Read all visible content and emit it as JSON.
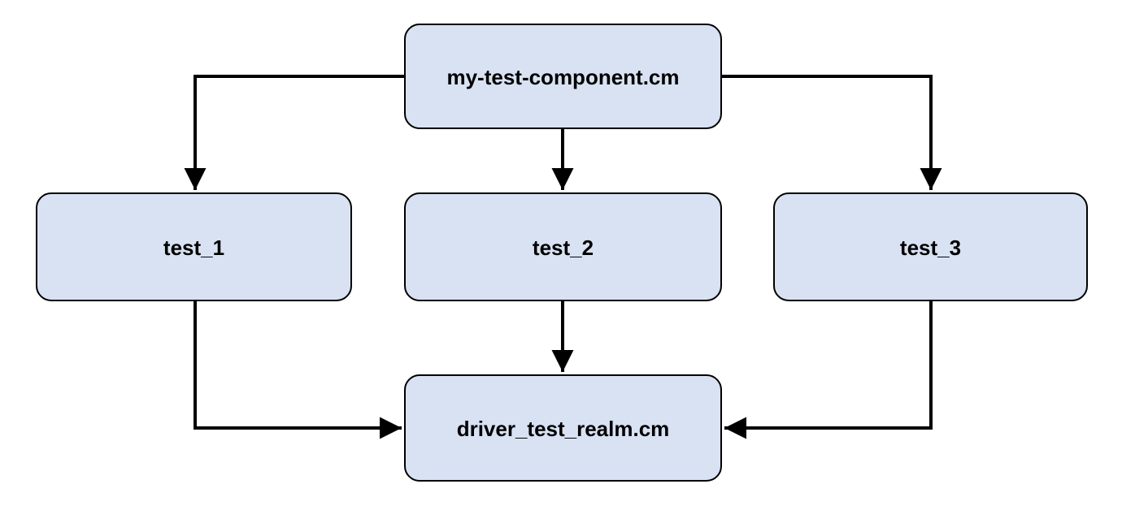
{
  "diagram": {
    "type": "component-routing-diagram",
    "nodes": [
      {
        "id": "my-test-component",
        "label": "my-test-component.cm"
      },
      {
        "id": "test_1",
        "label": "test_1"
      },
      {
        "id": "test_2",
        "label": "test_2"
      },
      {
        "id": "test_3",
        "label": "test_3"
      },
      {
        "id": "driver_test_realm",
        "label": "driver_test_realm.cm"
      }
    ],
    "edges": [
      {
        "from": "my-test-component.cm",
        "to": "test_1"
      },
      {
        "from": "my-test-component.cm",
        "to": "test_2"
      },
      {
        "from": "my-test-component.cm",
        "to": "test_3"
      },
      {
        "from": "test_1",
        "to": "driver_test_realm.cm"
      },
      {
        "from": "test_2",
        "to": "driver_test_realm.cm"
      },
      {
        "from": "test_3",
        "to": "driver_test_realm.cm"
      }
    ],
    "colors": {
      "node_fill": "#d9e2f3",
      "node_border": "#000000",
      "edge": "#000000",
      "text": "#000000",
      "background": "#ffffff"
    }
  }
}
